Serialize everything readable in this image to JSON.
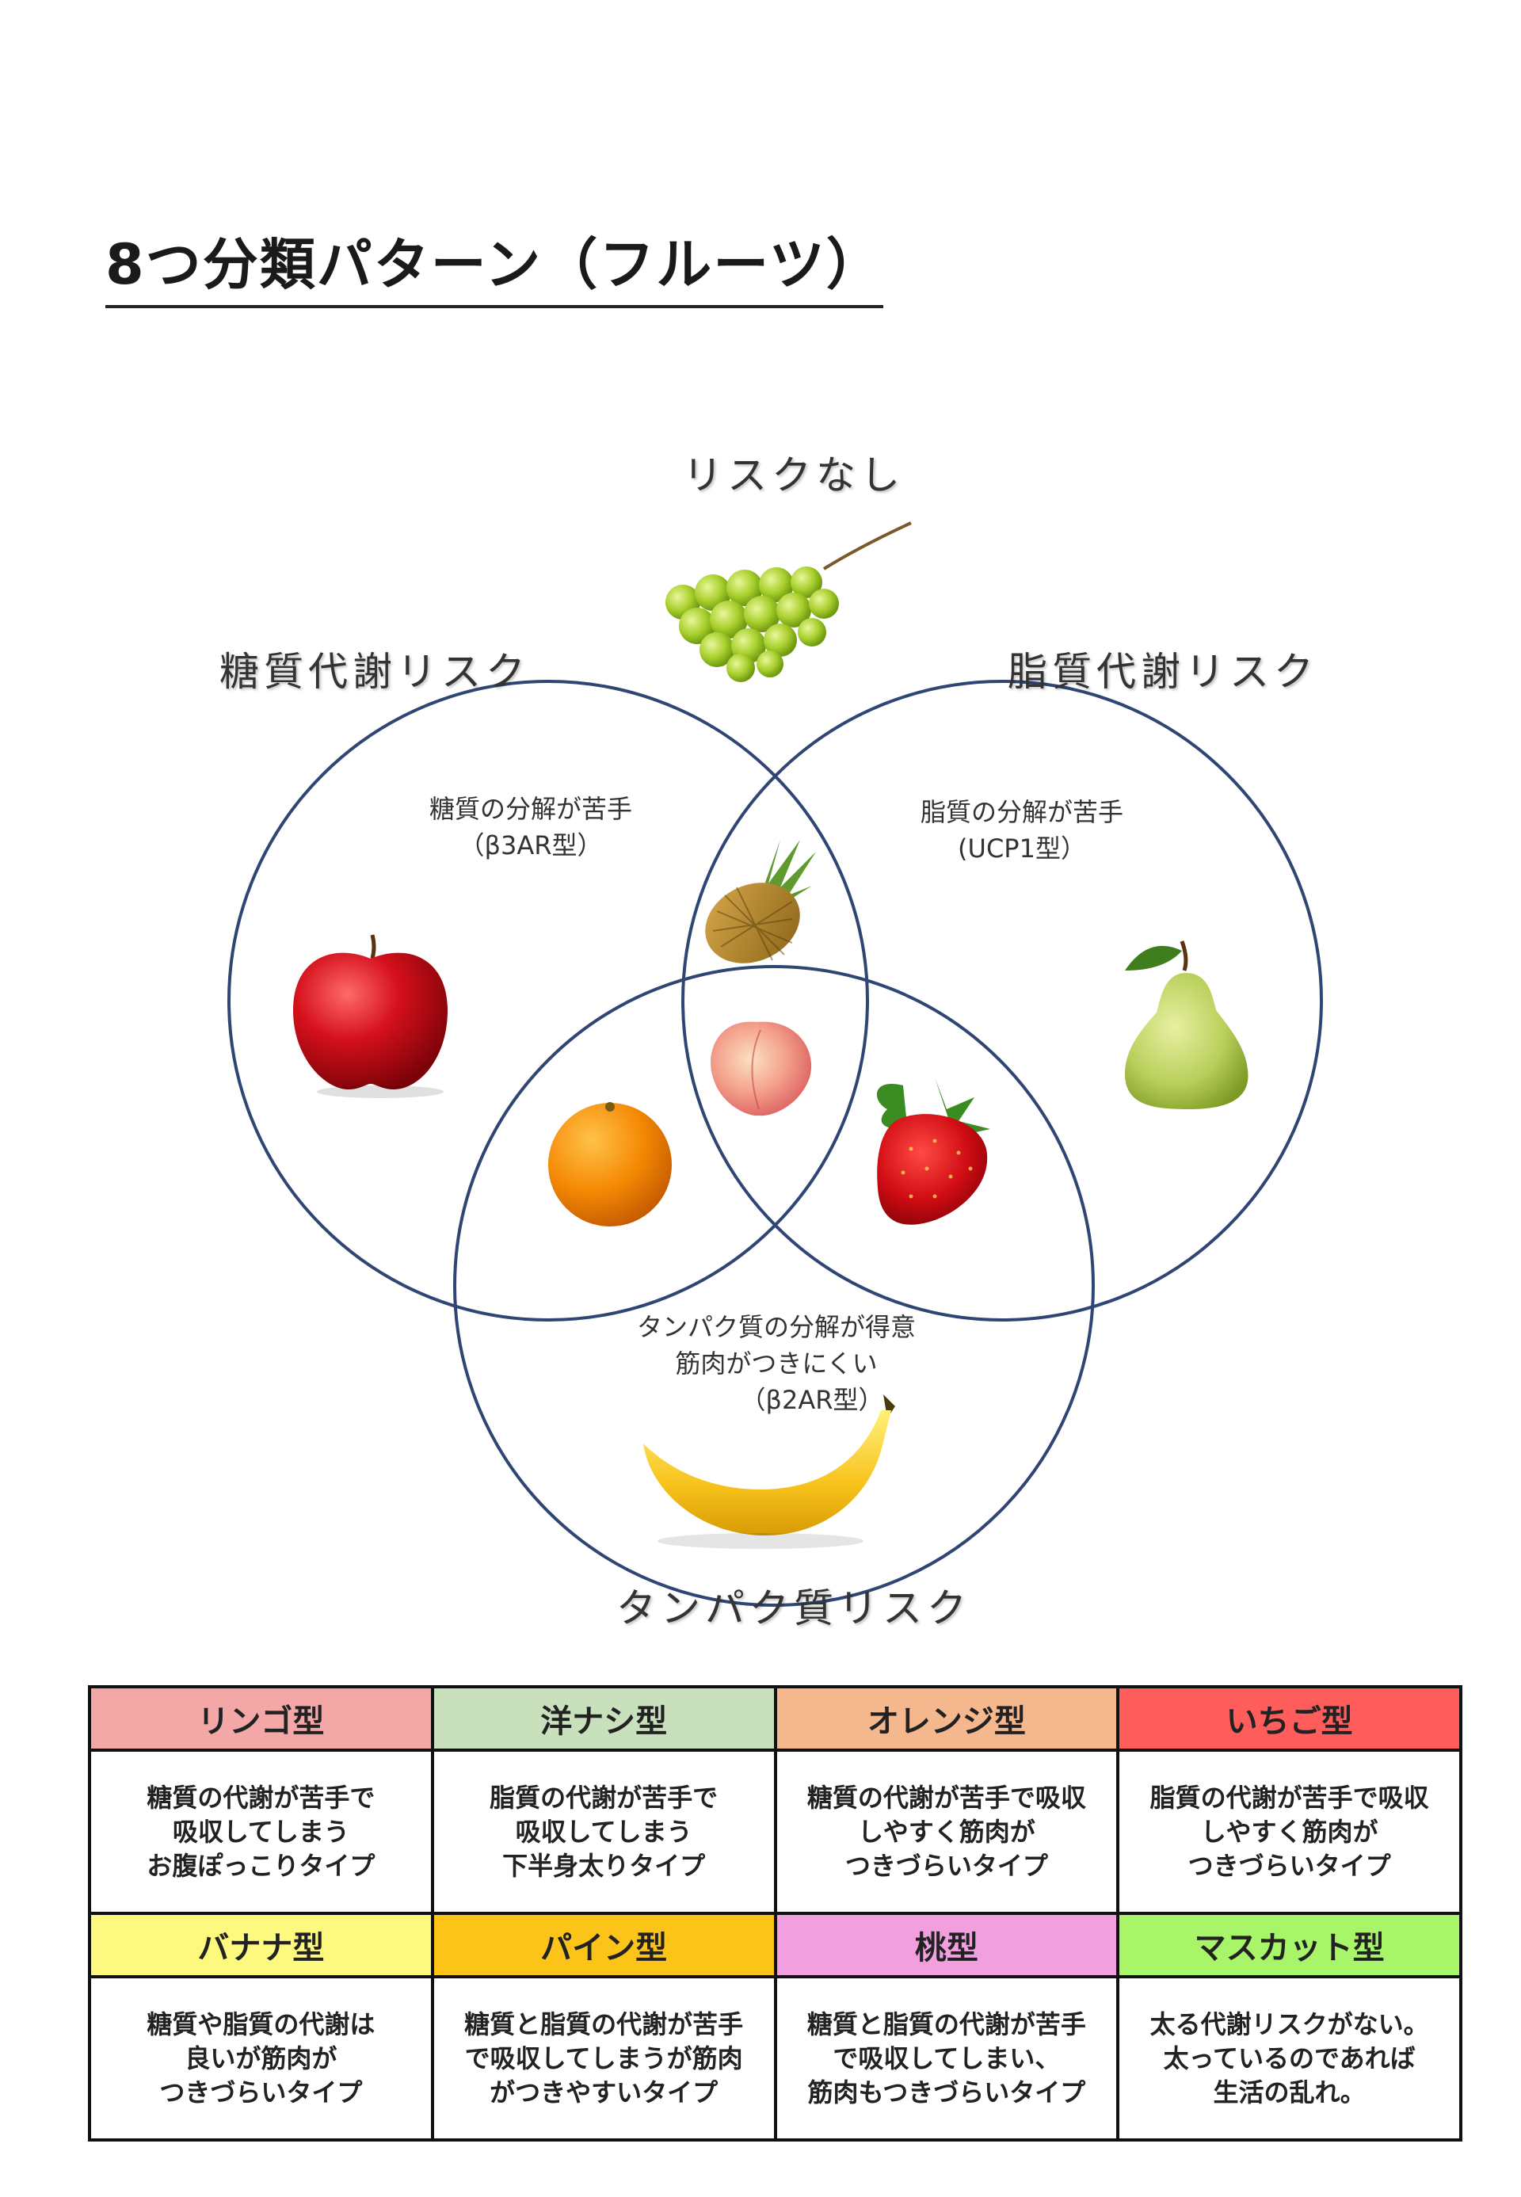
{
  "title": "8つ分類パターン（フルーツ）",
  "venn": {
    "top_label": "リスクなし",
    "left_label": "糖質代謝リスク",
    "right_label": "脂質代謝リスク",
    "bottom_label": "タンパク質リスク",
    "left_desc_line1": "糖質の分解が苦手",
    "left_desc_line2": "（β3AR型）",
    "right_desc_line1": "脂質の分解が苦手",
    "right_desc_line2": "(UCP1型）",
    "bottom_desc_line1": "タンパク質の分解が得意",
    "bottom_desc_line2": "筋肉がつきにくい",
    "bottom_desc_line3": "（β2AR型）",
    "circle_color": "#2f4573",
    "fruits": [
      "muscat-grapes",
      "apple",
      "pineapple",
      "peach",
      "pear",
      "orange",
      "strawberry",
      "banana"
    ]
  },
  "table": {
    "rows": [
      {
        "headers": [
          {
            "label": "リンゴ型",
            "color": "#f4a7a7"
          },
          {
            "label": "洋ナシ型",
            "color": "#c9e0bd"
          },
          {
            "label": "オレンジ型",
            "color": "#f5b78e"
          },
          {
            "label": "いちご型",
            "color": "#ff5c5c"
          }
        ],
        "descs": [
          "糖質の代謝が苦手で\n吸収してしまう\nお腹ぽっこりタイプ",
          "脂質の代謝が苦手で\n吸収してしまう\n下半身太りタイプ",
          "糖質の代謝が苦手で吸収\nしやすく筋肉が\nつきづらいタイプ",
          "脂質の代謝が苦手で吸収\nしやすく筋肉が\nつきづらいタイプ"
        ]
      },
      {
        "headers": [
          {
            "label": "バナナ型",
            "color": "#fdf97f"
          },
          {
            "label": "パイン型",
            "color": "#fcc419"
          },
          {
            "label": "桃型",
            "color": "#f29fdf"
          },
          {
            "label": "マスカット型",
            "color": "#a8f56a"
          }
        ],
        "descs": [
          "糖質や脂質の代謝は\n良いが筋肉が\nつきづらいタイプ",
          "糖質と脂質の代謝が苦手\nで吸収してしまうが筋肉\nがつきやすいタイプ",
          "糖質と脂質の代謝が苦手\nで吸収してしまい、\n筋肉もつきづらいタイプ",
          "太る代謝リスクがない。\n太っているのであれば\n生活の乱れ。"
        ]
      }
    ]
  }
}
